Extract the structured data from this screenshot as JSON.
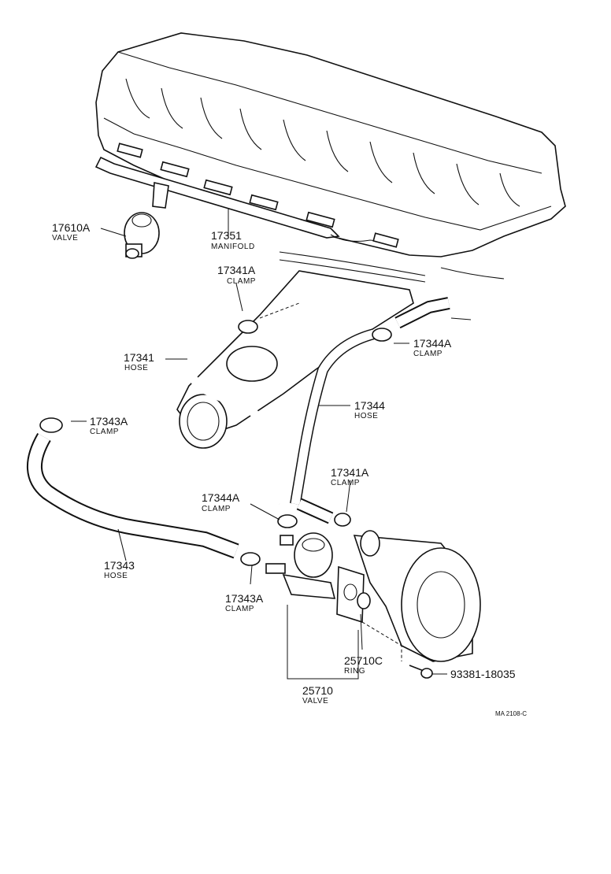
{
  "labels": {
    "valve_17610a": {
      "part": "17610A",
      "name": "VALVE"
    },
    "manifold_17351": {
      "part": "17351",
      "name": "MANIFOLD"
    },
    "clamp_17341a_top": {
      "part": "17341A",
      "name": "CLAMP"
    },
    "hose_17341": {
      "part": "17341",
      "name": "HOSE"
    },
    "clamp_17344a_right": {
      "part": "17344A",
      "name": "CLAMP"
    },
    "hose_17344": {
      "part": "17344",
      "name": "HOSE"
    },
    "clamp_17343a_top": {
      "part": "17343A",
      "name": "CLAMP"
    },
    "clamp_17341a_lower": {
      "part": "17341A",
      "name": "CLAMP"
    },
    "clamp_17344a_lower": {
      "part": "17344A",
      "name": "CLAMP"
    },
    "hose_17343": {
      "part": "17343",
      "name": "HOSE"
    },
    "clamp_17343a_lower": {
      "part": "17343A",
      "name": "CLAMP"
    },
    "ring_25710c": {
      "part": "25710C",
      "name": "RING"
    },
    "bolt_93381": {
      "part": "93381-18035"
    },
    "valve_25710": {
      "part": "25710",
      "name": "VALVE"
    }
  },
  "drawing_code": "MA 2108-C"
}
